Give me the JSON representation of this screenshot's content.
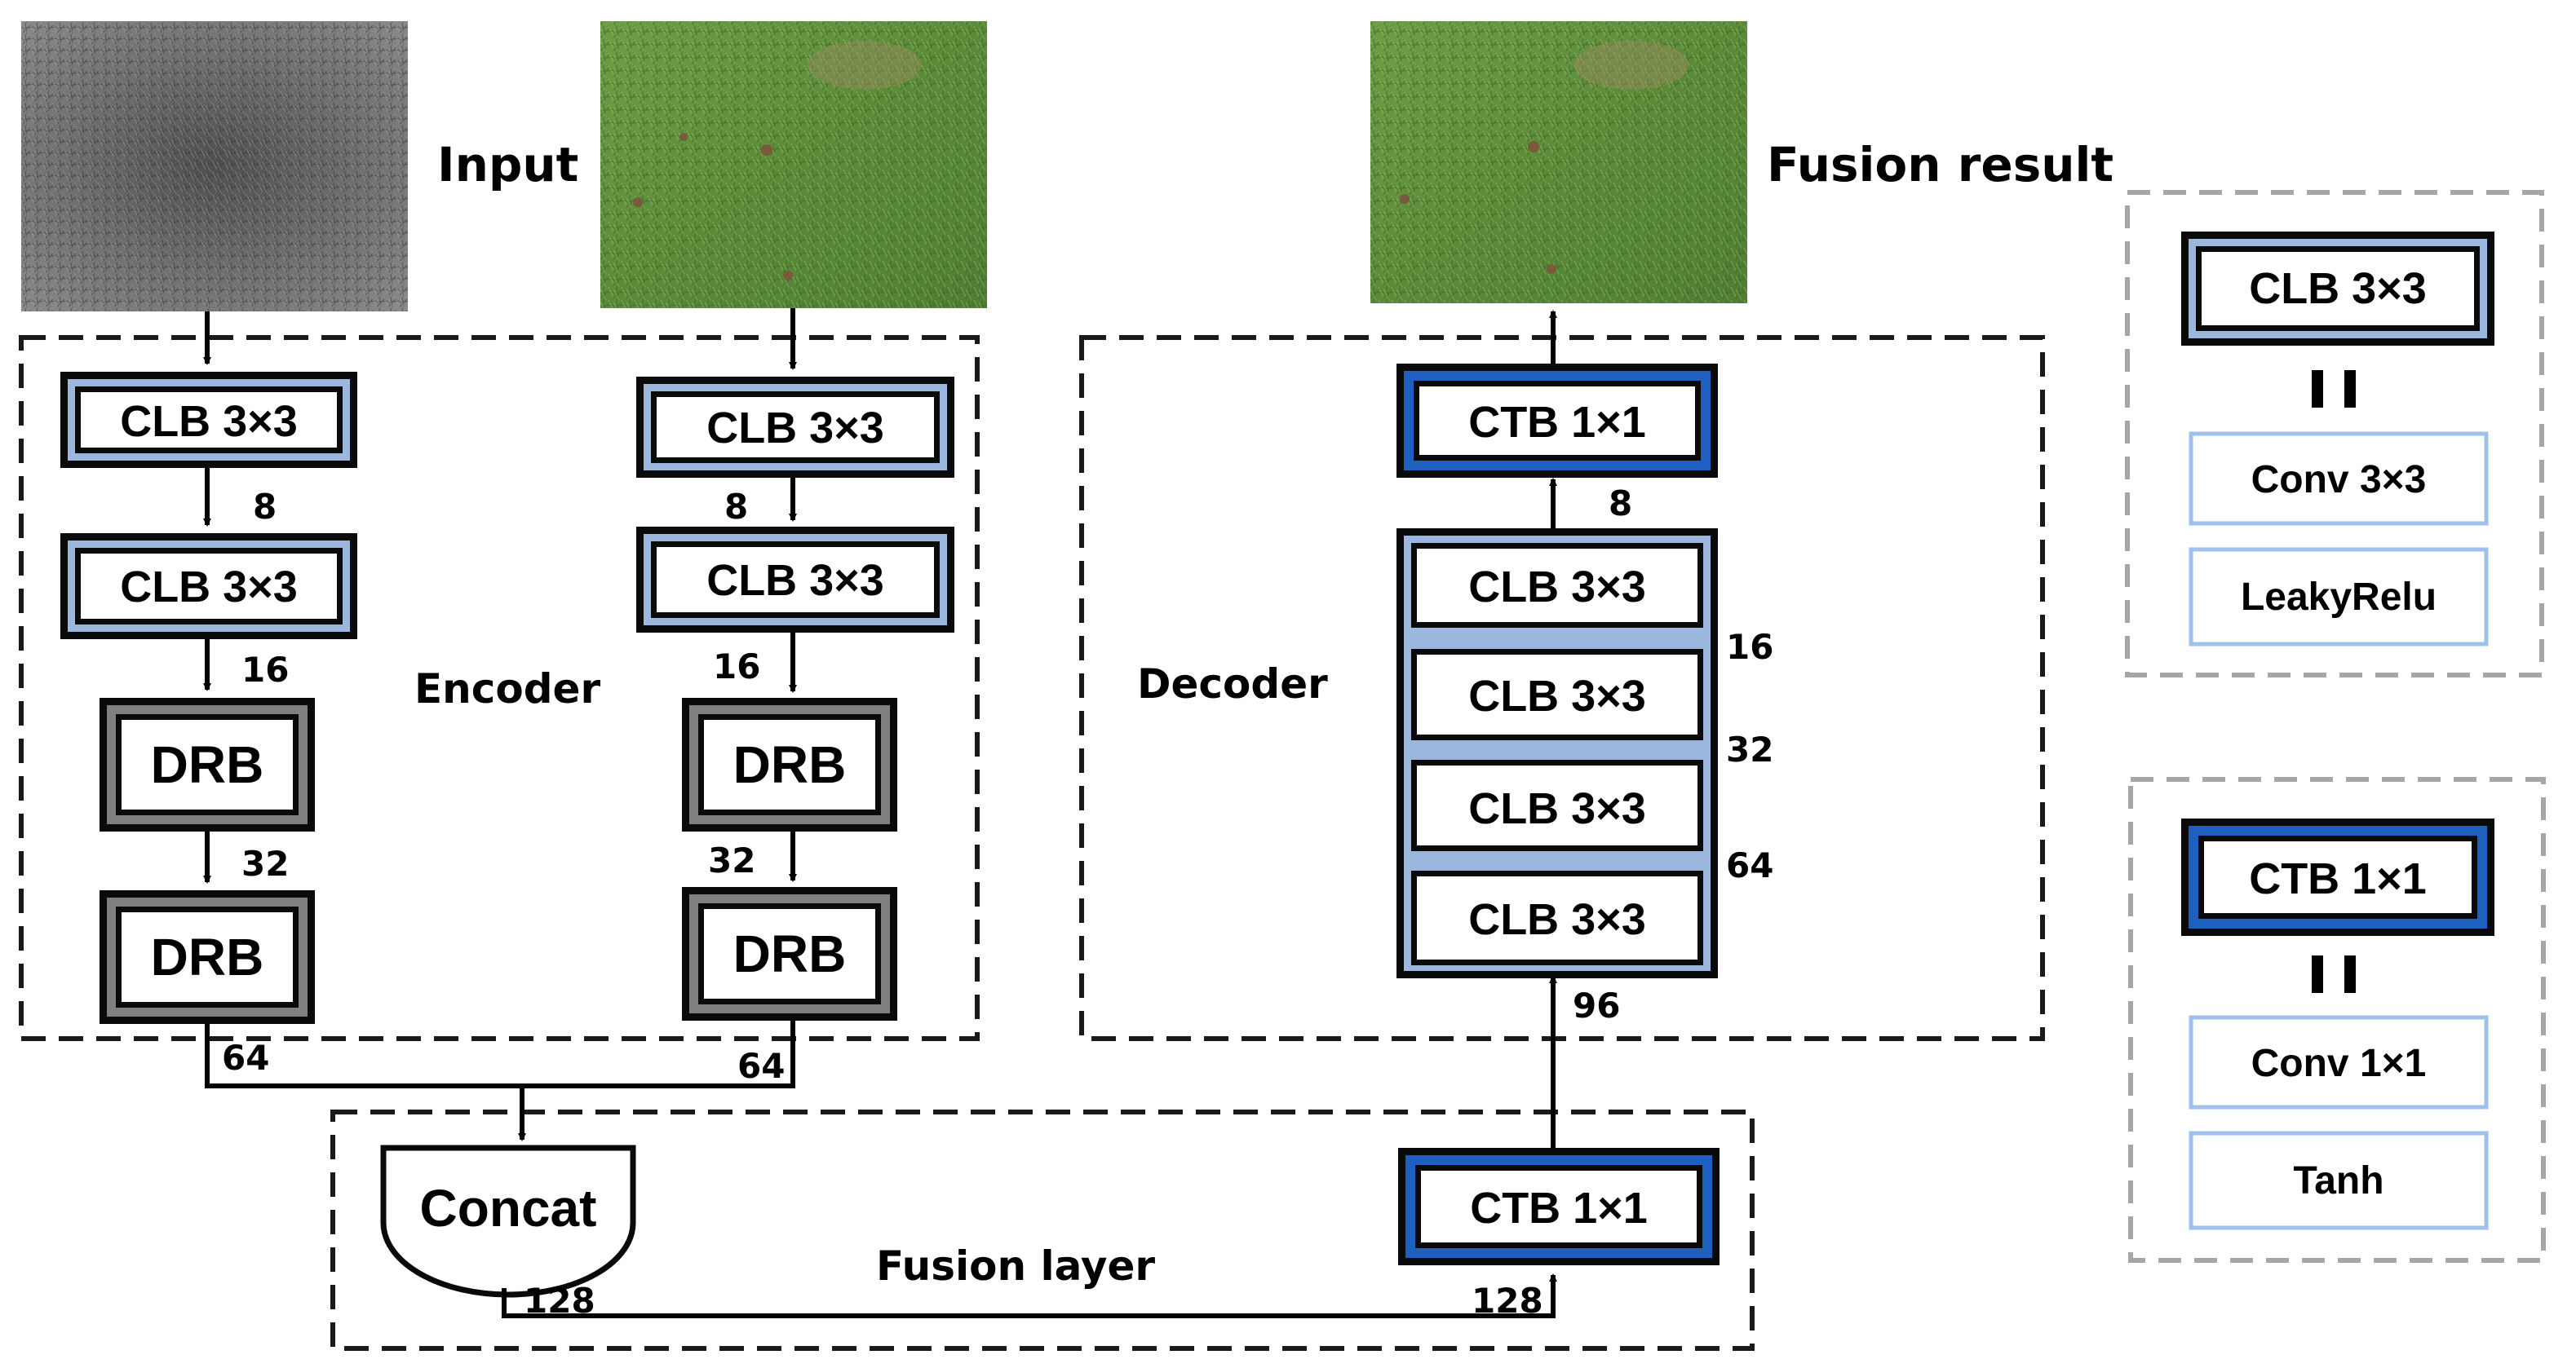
{
  "labels": {
    "input": "Input",
    "fusion_result": "Fusion result",
    "encoder": "Encoder",
    "decoder": "Decoder",
    "fusion_layer": "Fusion layer"
  },
  "blocks": {
    "clb": "CLB 3×3",
    "drb": "DRB",
    "ctb": "CTB 1×1",
    "concat": "Concat"
  },
  "channels": {
    "c8": "8",
    "c16": "16",
    "c32": "32",
    "c64": "64",
    "c96": "96",
    "c128": "128"
  },
  "legend": {
    "clb": {
      "title": "CLB 3×3",
      "equals": "= =",
      "items": [
        "Conv 3×3",
        "LeakyRelu"
      ]
    },
    "ctb": {
      "title": "CTB 1×1",
      "equals": "= =",
      "items": [
        "Conv 1×1",
        "Tanh"
      ]
    }
  },
  "colors": {
    "clb_border": "#9db8df",
    "drb_border": "#808080",
    "ctb_border": "#1f5fbf",
    "legend_item_border": "#9ec0ea",
    "dashed_frame": "#1a1a1a",
    "legend_frame": "#a6a6a6",
    "grass": "#5f8f3e",
    "infrared": "#6d6d6d"
  }
}
